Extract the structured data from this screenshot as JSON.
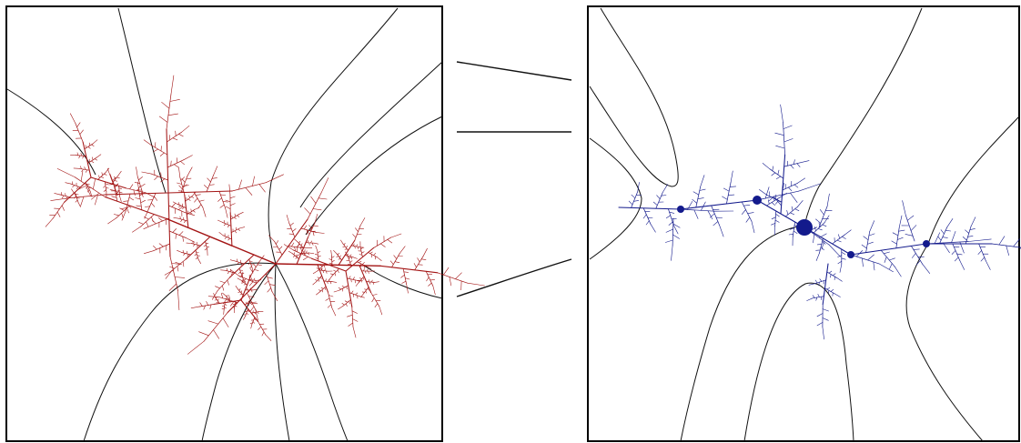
{
  "figure": {
    "left_panel": {
      "fractal_icon": "dendrite-julia-set",
      "fractal_color": "#a31414",
      "ray_color": "#111111"
    },
    "right_panel": {
      "fractal_icon": "julia-set-chain",
      "fractal_color": "#131a8c",
      "ray_color": "#111111"
    },
    "connectors": {
      "icon": "correspondence-lines",
      "color": "#111111"
    },
    "background_color": "#ffffff",
    "frame_color": "#000000"
  }
}
